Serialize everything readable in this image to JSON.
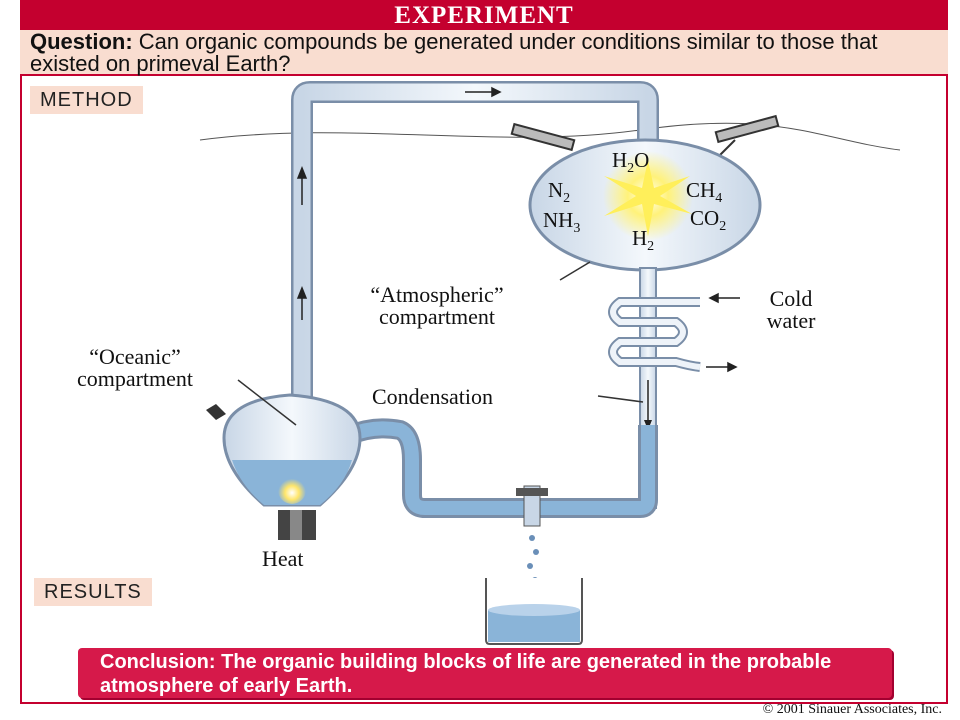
{
  "header": {
    "title": "EXPERIMENT"
  },
  "question": {
    "label": "Question:",
    "text": "Can organic compounds be generated under conditions similar to those that existed on primeval Earth?"
  },
  "sections": {
    "method": "METHOD",
    "results": "RESULTS"
  },
  "labels": {
    "atmospheric": "“Atmospheric” compartment",
    "oceanic": "“Oceanic” compartment",
    "cold_water": "Cold water",
    "condensation": "Condensation",
    "heat": "Heat"
  },
  "chemicals": [
    {
      "base": "H",
      "sub": "2",
      "tail": "O"
    },
    {
      "base": "N",
      "sub": "2",
      "tail": ""
    },
    {
      "base": "CH",
      "sub": "4",
      "tail": ""
    },
    {
      "base": "NH",
      "sub": "3",
      "tail": ""
    },
    {
      "base": "CO",
      "sub": "2",
      "tail": ""
    },
    {
      "base": "H",
      "sub": "2",
      "tail": ""
    }
  ],
  "conclusion": "Conclusion: The organic building blocks of life are generated in the probable atmosphere of early Earth.",
  "copyright": "© 2001 Sinauer Associates, Inc.",
  "colors": {
    "accent": "#c4002f",
    "panel": "#f9ddd0",
    "water": "#8ab4d8",
    "glass": "#dfe8f3"
  }
}
